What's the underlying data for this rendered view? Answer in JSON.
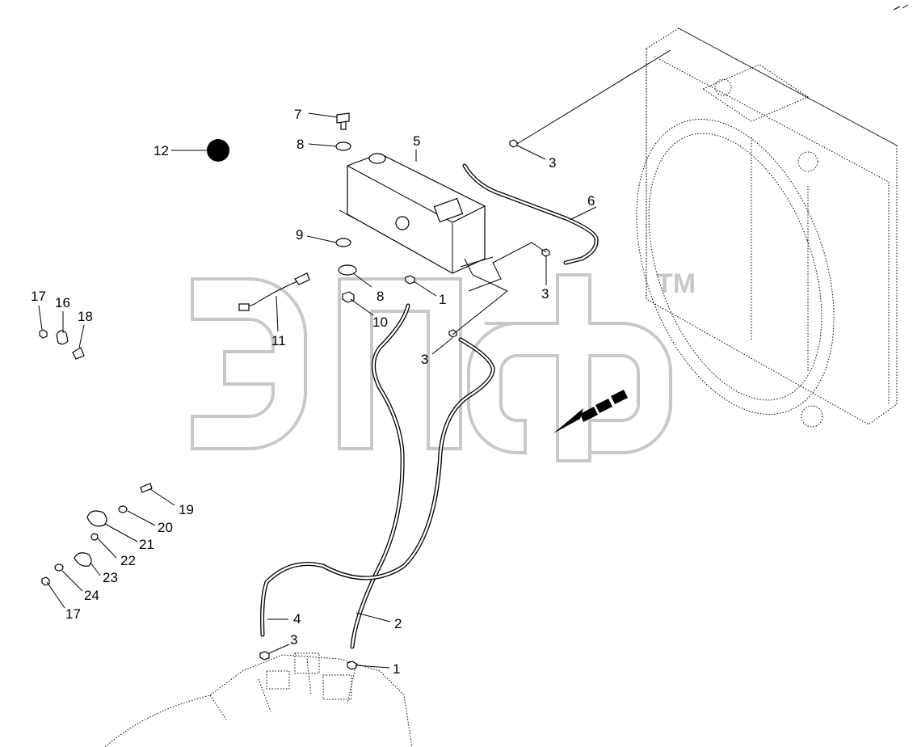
{
  "diagram": {
    "watermark": {
      "text": "эпф",
      "trademark": "TM"
    },
    "callouts": [
      {
        "id": "c7a",
        "label": "7"
      },
      {
        "id": "c8a",
        "label": "8"
      },
      {
        "id": "c12",
        "label": "12"
      },
      {
        "id": "c5",
        "label": "5"
      },
      {
        "id": "c3a",
        "label": "3"
      },
      {
        "id": "c6",
        "label": "6"
      },
      {
        "id": "c9",
        "label": "9"
      },
      {
        "id": "c3b",
        "label": "3"
      },
      {
        "id": "c8b",
        "label": "8"
      },
      {
        "id": "c1a",
        "label": "1"
      },
      {
        "id": "c10",
        "label": "10"
      },
      {
        "id": "c11",
        "label": "11"
      },
      {
        "id": "c3c",
        "label": "3"
      },
      {
        "id": "c17a",
        "label": "17"
      },
      {
        "id": "c16",
        "label": "16"
      },
      {
        "id": "c18",
        "label": "18"
      },
      {
        "id": "c19",
        "label": "19"
      },
      {
        "id": "c20",
        "label": "20"
      },
      {
        "id": "c21",
        "label": "21"
      },
      {
        "id": "c22",
        "label": "22"
      },
      {
        "id": "c23",
        "label": "23"
      },
      {
        "id": "c24",
        "label": "24"
      },
      {
        "id": "c17b",
        "label": "17"
      },
      {
        "id": "c4",
        "label": "4"
      },
      {
        "id": "c2",
        "label": "2"
      },
      {
        "id": "c3d",
        "label": "3"
      },
      {
        "id": "c1b",
        "label": "1"
      }
    ]
  }
}
